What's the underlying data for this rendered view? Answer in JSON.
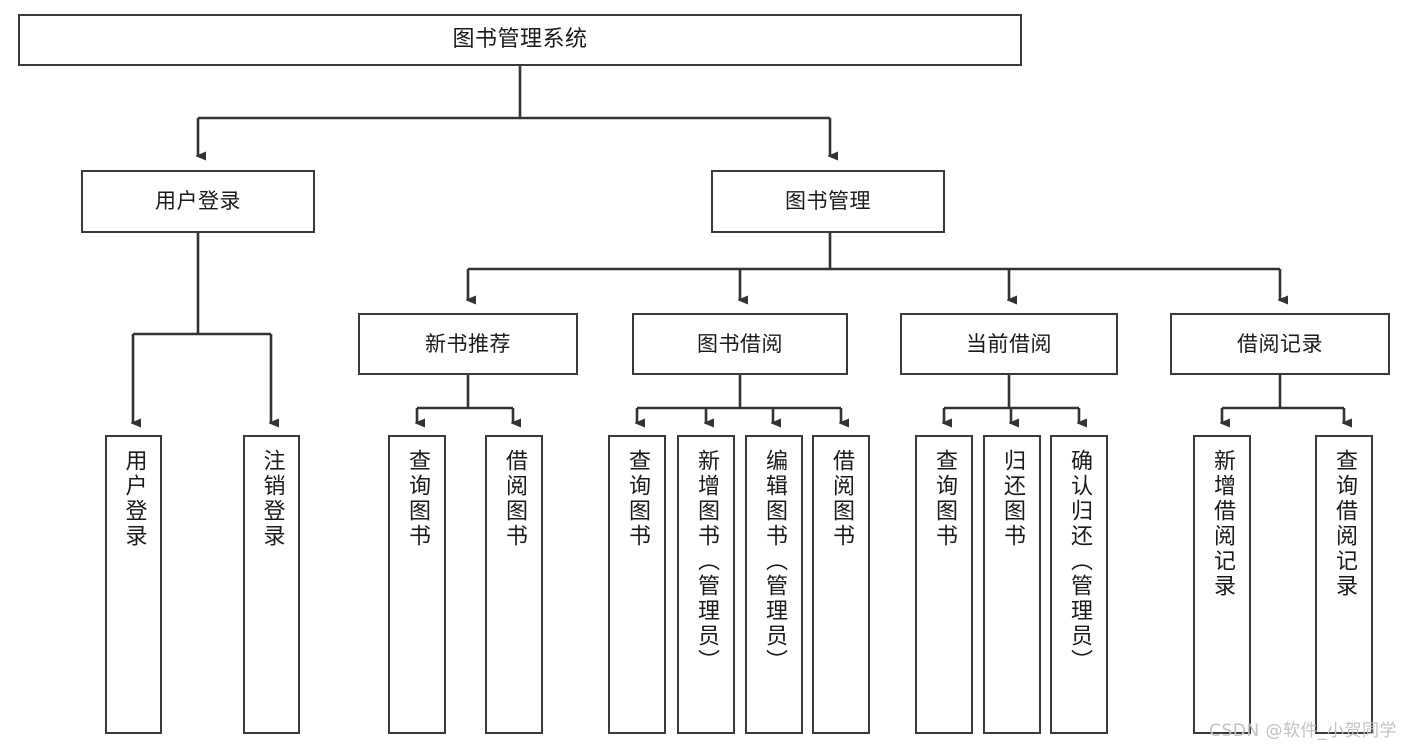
{
  "diagram": {
    "title": "图书管理系统",
    "type": "hierarchy-tree",
    "colors": {
      "box_border": "#3a3a3a",
      "box_fill": "#ffffff",
      "line": "#333333",
      "text": "#1a1a1a",
      "watermark": "#c2c2c2",
      "background": "#ffffff"
    },
    "levels": [
      {
        "level": 1,
        "nodes": [
          {
            "id": "root",
            "label": "图书管理系统",
            "orientation": "horizontal"
          }
        ]
      },
      {
        "level": 2,
        "nodes": [
          {
            "id": "user-login",
            "label": "用户登录",
            "orientation": "horizontal",
            "parent": "root"
          },
          {
            "id": "book-manage",
            "label": "图书管理",
            "orientation": "horizontal",
            "parent": "root"
          }
        ]
      },
      {
        "level": 3,
        "nodes": [
          {
            "id": "new-book-rec",
            "label": "新书推荐",
            "orientation": "horizontal",
            "parent": "book-manage"
          },
          {
            "id": "book-borrow",
            "label": "图书借阅",
            "orientation": "horizontal",
            "parent": "book-manage"
          },
          {
            "id": "current-borrow",
            "label": "当前借阅",
            "orientation": "horizontal",
            "parent": "book-manage"
          },
          {
            "id": "borrow-record",
            "label": "借阅记录",
            "orientation": "horizontal",
            "parent": "book-manage"
          }
        ]
      },
      {
        "level": 4,
        "nodes": [
          {
            "id": "leaf-user-login",
            "label": "用户登录",
            "orientation": "vertical",
            "parent": "user-login"
          },
          {
            "id": "leaf-logout",
            "label": "注销登录",
            "orientation": "vertical",
            "parent": "user-login"
          },
          {
            "id": "leaf-query-book-1",
            "label": "查询图书",
            "orientation": "vertical",
            "parent": "new-book-rec"
          },
          {
            "id": "leaf-borrow-book-1",
            "label": "借阅图书",
            "orientation": "vertical",
            "parent": "new-book-rec"
          },
          {
            "id": "leaf-query-book-2",
            "label": "查询图书",
            "orientation": "vertical",
            "parent": "book-borrow"
          },
          {
            "id": "leaf-add-book",
            "label": "新增图书（管理员）",
            "orientation": "vertical",
            "parent": "book-borrow"
          },
          {
            "id": "leaf-edit-book",
            "label": "编辑图书（管理员）",
            "orientation": "vertical",
            "parent": "book-borrow"
          },
          {
            "id": "leaf-borrow-book-2",
            "label": "借阅图书",
            "orientation": "vertical",
            "parent": "book-borrow"
          },
          {
            "id": "leaf-query-book-3",
            "label": "查询图书",
            "orientation": "vertical",
            "parent": "current-borrow"
          },
          {
            "id": "leaf-return-book",
            "label": "归还图书",
            "orientation": "vertical",
            "parent": "current-borrow"
          },
          {
            "id": "leaf-confirm-return",
            "label": "确认归还（管理员）",
            "orientation": "vertical",
            "parent": "current-borrow"
          },
          {
            "id": "leaf-add-record",
            "label": "新增借阅记录",
            "orientation": "vertical",
            "parent": "borrow-record"
          },
          {
            "id": "leaf-query-record",
            "label": "查询借阅记录",
            "orientation": "vertical",
            "parent": "borrow-record"
          }
        ]
      }
    ]
  },
  "watermark": {
    "text": "CSDN @软件_小贺同学"
  }
}
